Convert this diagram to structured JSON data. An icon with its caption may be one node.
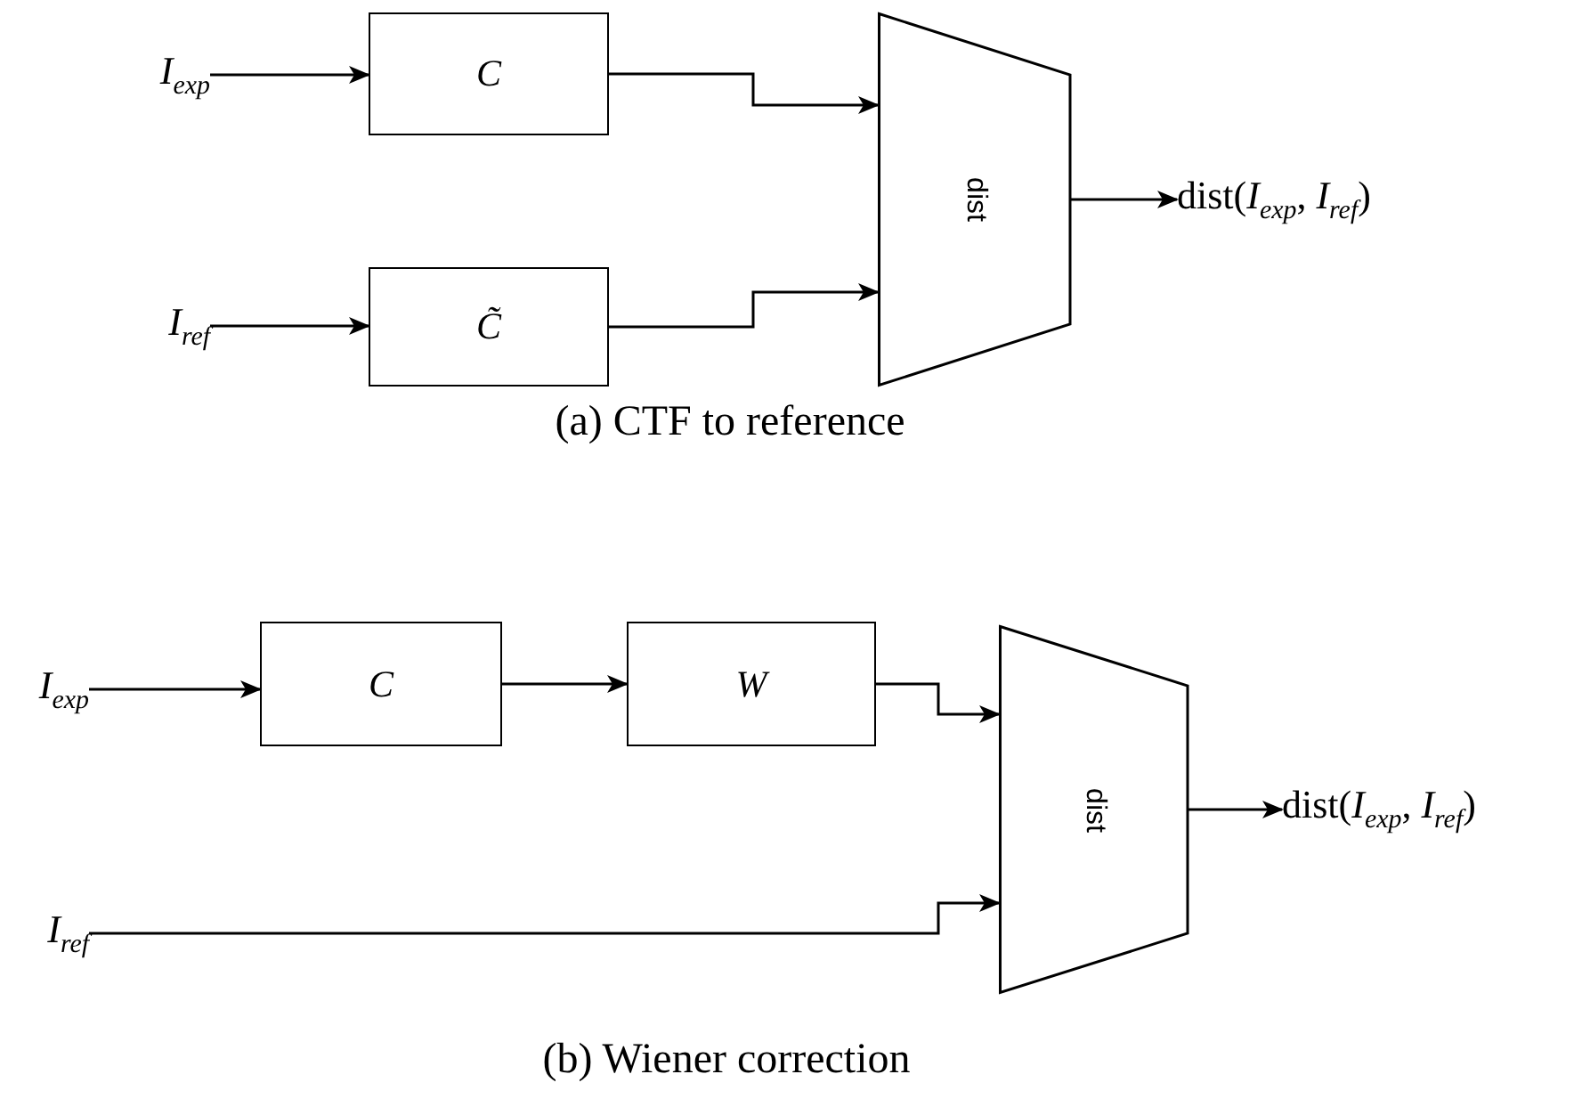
{
  "diagram": {
    "nodes": [
      {
        "text": [
          "I$_{exp}$"
        ]
      },
      {
        "text": [
          "C"
        ]
      },
      {
        "text": [
          "C̃"
        ]
      },
      {
        "text": [
          "I$_{ref}$"
        ]
      },
      {
        "text": [
          "dist"
        ]
      },
      {
        "text": [
          "dist(*I*$_{exp}$, *I*$_{ref}$)"
        ]
      },
      {
        "text": [
          "I$_{exp}$"
        ]
      },
      {
        "text": [
          "C"
        ]
      },
      {
        "text": [
          "W"
        ]
      },
      {
        "text": [
          "I$_{ref}$"
        ]
      },
      {
        "text": [
          "dist"
        ]
      },
      {
        "text": [
          "dist(*I*$_{exp}$, *I*$_{ref}$)"
        ]
      }
    ],
    "edges": [
      {
        "from": 0,
        "to": 1,
        "arrow": "to"
      },
      {
        "from": 3,
        "to": 2,
        "arrow": "to"
      },
      {
        "from": 1,
        "to": 4,
        "arrow": "to"
      },
      {
        "from": 2,
        "to": 4,
        "arrow": "to"
      },
      {
        "from": 4,
        "to": 5,
        "arrow": "to"
      },
      {
        "from": 6,
        "to": 7,
        "arrow": "to"
      },
      {
        "from": 7,
        "to": 8,
        "arrow": "to"
      },
      {
        "from": 8,
        "to": 10,
        "arrow": "to"
      },
      {
        "from": 9,
        "to": 10,
        "arrow": "to"
      },
      {
        "from": 10,
        "to": 11,
        "arrow": "to"
      }
    ],
    "labels": [
      "(a) CTF to reference",
      "(b) Wiener correction"
    ]
  }
}
